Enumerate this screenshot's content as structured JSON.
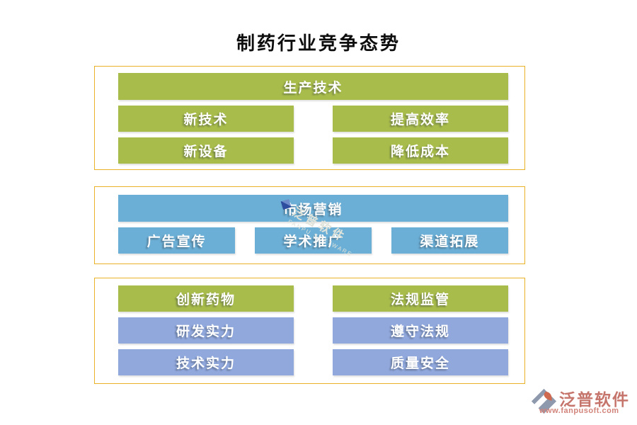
{
  "title": {
    "text": "制药行业竞争态势"
  },
  "colors": {
    "green": "#a8bc4b",
    "blue": "#6cafd6",
    "periwinkle": "#91a8dd",
    "border": "#e9b229",
    "watermark": "#dfe3da",
    "wm_diamond": "#2f4d9e",
    "logo_red": "#c5756b",
    "logo_url": "#d2837a"
  },
  "groups": [
    {
      "name": "production-technology",
      "header": {
        "label": "生产技术",
        "color": "green"
      },
      "rows": [
        [
          {
            "label": "新技术",
            "color": "green"
          },
          {
            "label": "提高效率",
            "color": "green"
          }
        ],
        [
          {
            "label": "新设备",
            "color": "green"
          },
          {
            "label": "降低成本",
            "color": "green"
          }
        ]
      ]
    },
    {
      "name": "marketing",
      "header": {
        "label": "市场营销",
        "color": "blue"
      },
      "rows": [
        [
          {
            "label": "广告宣传",
            "color": "blue"
          },
          {
            "label": "学术推广",
            "color": "blue"
          },
          {
            "label": "渠道拓展",
            "color": "blue"
          }
        ]
      ]
    },
    {
      "name": "competition-factors",
      "header": null,
      "rows": [
        [
          {
            "label": "创新药物",
            "color": "green"
          },
          {
            "label": "法规监管",
            "color": "green"
          }
        ],
        [
          {
            "label": "研发实力",
            "color": "periwinkle"
          },
          {
            "label": "遵守法规",
            "color": "periwinkle"
          }
        ],
        [
          {
            "label": "技术实力",
            "color": "periwinkle"
          },
          {
            "label": "质量安全",
            "color": "periwinkle"
          }
        ]
      ]
    }
  ],
  "watermark": {
    "logo_text": "泛普软件",
    "logo_subtext": "FANPU SOFTWARE"
  },
  "footer_logo": {
    "name": "泛普软件",
    "url": "www.fanpusoft.com"
  }
}
